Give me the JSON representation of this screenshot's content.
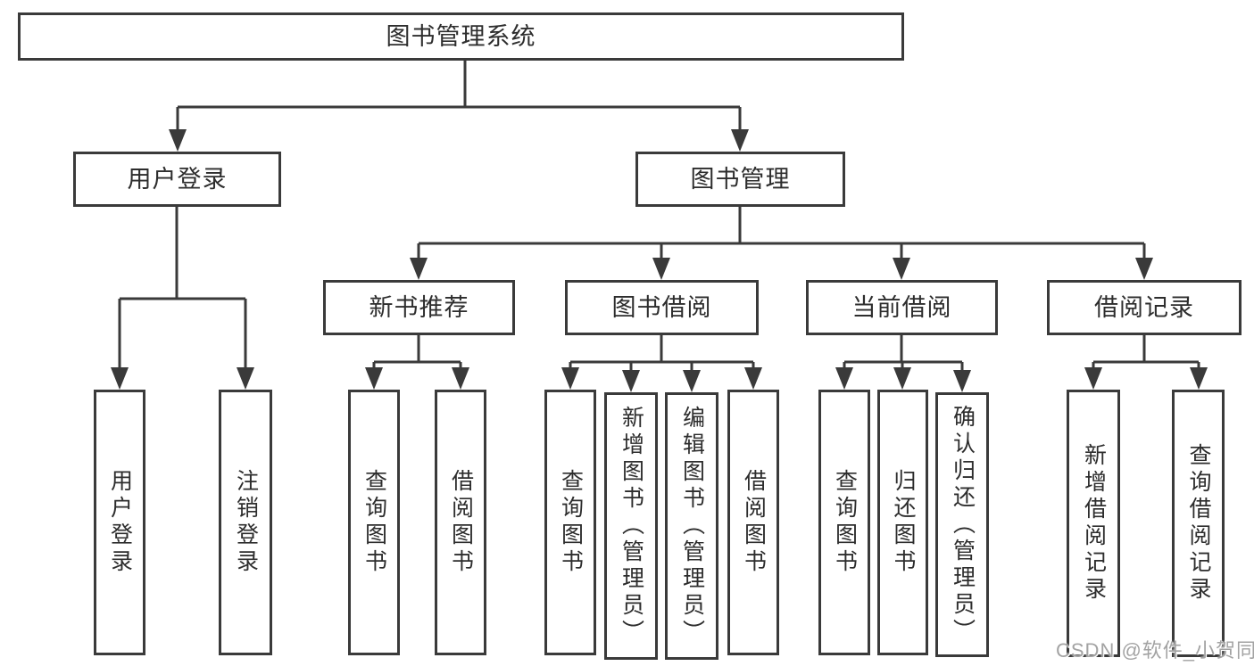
{
  "diagram": {
    "title": "图书管理系统",
    "nodes": {
      "root": "图书管理系统",
      "user-login": "用户登录",
      "book-mgmt": "图书管理",
      "new-book-rec": "新书推荐",
      "book-borrow": "图书借阅",
      "current-borrow": "当前借阅",
      "borrow-record": "借阅记录",
      "user-login-leaf": "用户登录",
      "logout": "注销登录",
      "nb-query-book": "查询图书",
      "nb-borrow-book": "借阅图书",
      "bb-query-book": "查询图书",
      "bb-add-book": "新增图书（管理员）",
      "bb-edit-book": "编辑图书（管理员）",
      "bb-borrow-book": "借阅图书",
      "cb-query-book": "查询图书",
      "cb-return-book": "归还图书",
      "cb-confirm-return": "确认归还（管理员）",
      "br-add-record": "新增借阅记录",
      "br-query-record": "查询借阅记录"
    }
  },
  "watermark": {
    "text": "CSDN @软件_小贺同学"
  },
  "colors": {
    "line": "#3a3a3a",
    "text": "#2d2d2d",
    "background": "#ffffff",
    "watermark": "#a3a3a3"
  }
}
